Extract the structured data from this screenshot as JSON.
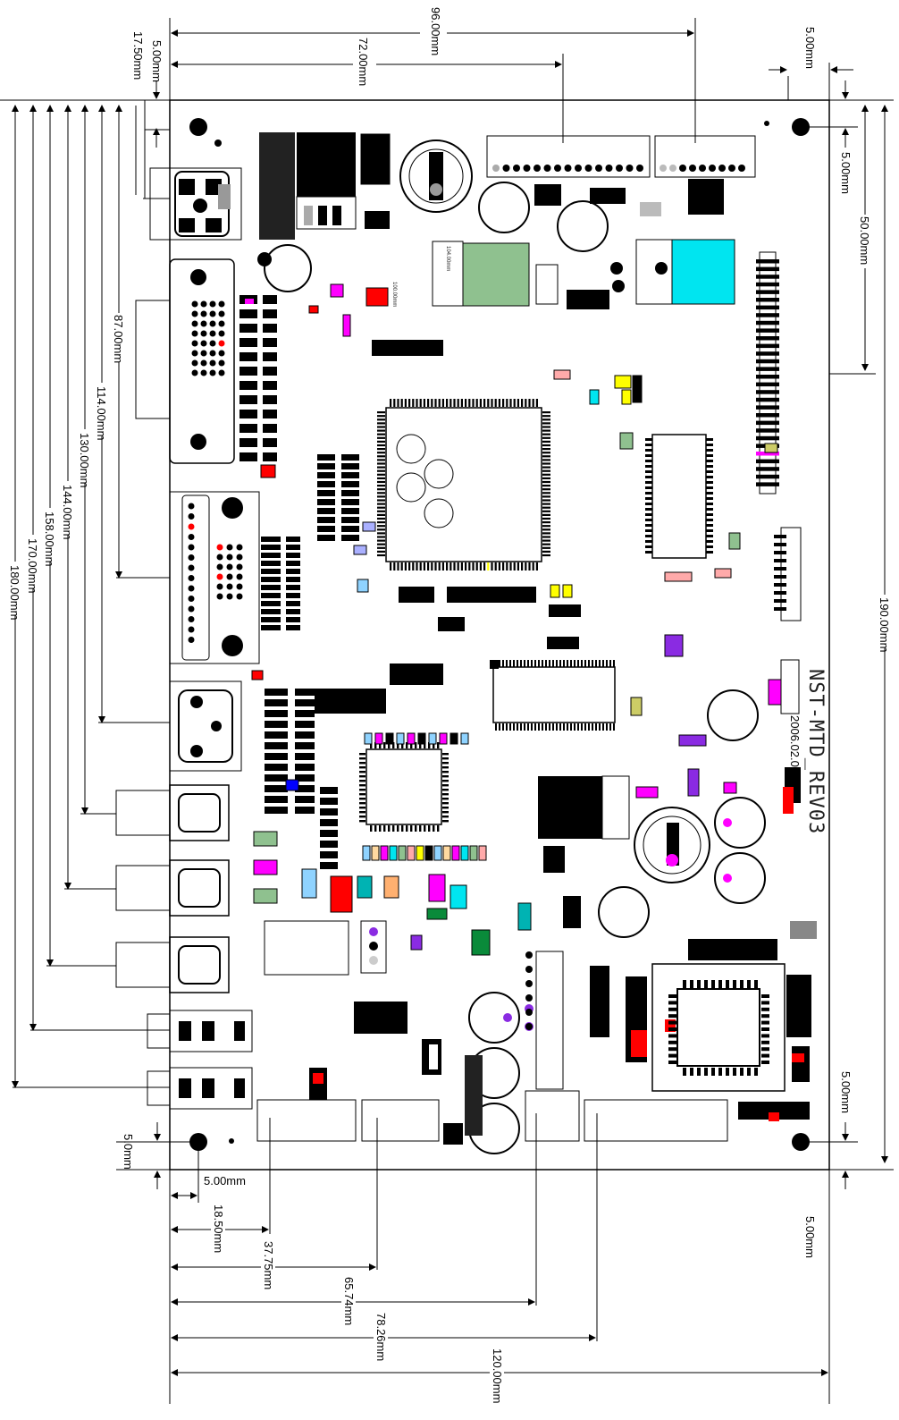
{
  "board": {
    "name": "NST-MTD_REV03",
    "date": "2006.02.01"
  },
  "dimensions_top": {
    "d96": "96.00mm",
    "d72": "72.00mm",
    "left_edge": "5.00mm",
    "left_hole": "17.50mm",
    "right_edge": "5.00mm"
  },
  "dimensions_left": {
    "d87": "87.00mm",
    "d114": "114.00mm",
    "d130": "130.00mm",
    "d144": "144.00mm",
    "d158": "158.00mm",
    "d170": "170.00mm",
    "d180": "180.00mm"
  },
  "dimensions_right": {
    "top_hole": "5.00mm",
    "d50": "50.00mm",
    "d190": "190.00mm",
    "bottom_hole": "5.00mm"
  },
  "dimensions_bottom": {
    "left_hole": "5.0mm",
    "hole_x": "5.00mm",
    "d18": "18.50mm",
    "d37": "37.75mm",
    "d65": "65.74mm",
    "d78": "78.26mm",
    "d120": "120.00mm",
    "right_hole": "5.00mm"
  },
  "inner_labels": {
    "m1": "104.00mm",
    "m2": "100.00mm"
  },
  "colors": {
    "green_pad": "#8fc18f",
    "cyan_pad": "#00e5f0",
    "magenta": "#ff00ff",
    "red": "#ff0000",
    "purple": "#8a2be2",
    "pink": "#ffaaaa"
  }
}
